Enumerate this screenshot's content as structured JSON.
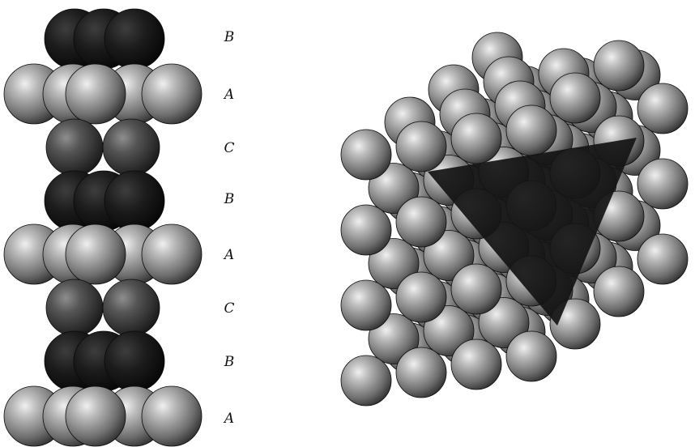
{
  "stacking_panel": {
    "layer_labels": [
      "B",
      "A",
      "C",
      "B",
      "A",
      "C",
      "B",
      "A"
    ],
    "layer_types": [
      "B",
      "A",
      "C",
      "B",
      "A",
      "C",
      "B",
      "A"
    ]
  },
  "cube_panel": {
    "description_shape": "close-packed cubic cluster with dark triangular plane"
  },
  "colors": {
    "A": "#9a9a9a",
    "B": "#1a1a1a",
    "C": "#4a4a4a",
    "plane": "#141414",
    "label": "#111111"
  }
}
